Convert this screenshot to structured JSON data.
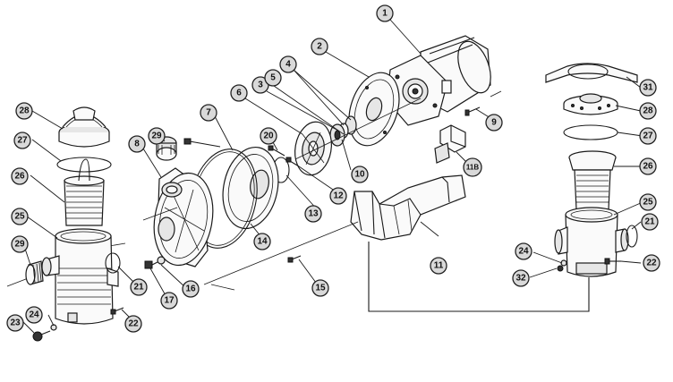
{
  "callouts": [
    {
      "id": "c1",
      "label": "1"
    },
    {
      "id": "c2",
      "label": "2"
    },
    {
      "id": "c3",
      "label": "3"
    },
    {
      "id": "c4",
      "label": "4"
    },
    {
      "id": "c5",
      "label": "5"
    },
    {
      "id": "c6",
      "label": "6"
    },
    {
      "id": "c7",
      "label": "7"
    },
    {
      "id": "c8",
      "label": "8"
    },
    {
      "id": "c9",
      "label": "9"
    },
    {
      "id": "c10",
      "label": "10"
    },
    {
      "id": "c11",
      "label": "11"
    },
    {
      "id": "c11b",
      "label": "11B"
    },
    {
      "id": "c12",
      "label": "12"
    },
    {
      "id": "c13",
      "label": "13"
    },
    {
      "id": "c14",
      "label": "14"
    },
    {
      "id": "c15",
      "label": "15"
    },
    {
      "id": "c16",
      "label": "16"
    },
    {
      "id": "c17",
      "label": "17"
    },
    {
      "id": "c20",
      "label": "20"
    },
    {
      "id": "c29a",
      "label": "29"
    },
    {
      "id": "c28a",
      "label": "28"
    },
    {
      "id": "c27a",
      "label": "27"
    },
    {
      "id": "c26a",
      "label": "26"
    },
    {
      "id": "c25a",
      "label": "25"
    },
    {
      "id": "c29b",
      "label": "29"
    },
    {
      "id": "c21a",
      "label": "21"
    },
    {
      "id": "c22a",
      "label": "22"
    },
    {
      "id": "c23",
      "label": "23"
    },
    {
      "id": "c24a",
      "label": "24"
    },
    {
      "id": "c31",
      "label": "31"
    },
    {
      "id": "c28b",
      "label": "28"
    },
    {
      "id": "c27b",
      "label": "27"
    },
    {
      "id": "c26b",
      "label": "26"
    },
    {
      "id": "c25b",
      "label": "25"
    },
    {
      "id": "c21b",
      "label": "21"
    },
    {
      "id": "c24b",
      "label": "24"
    },
    {
      "id": "c22b",
      "label": "22"
    },
    {
      "id": "c32",
      "label": "32"
    }
  ]
}
